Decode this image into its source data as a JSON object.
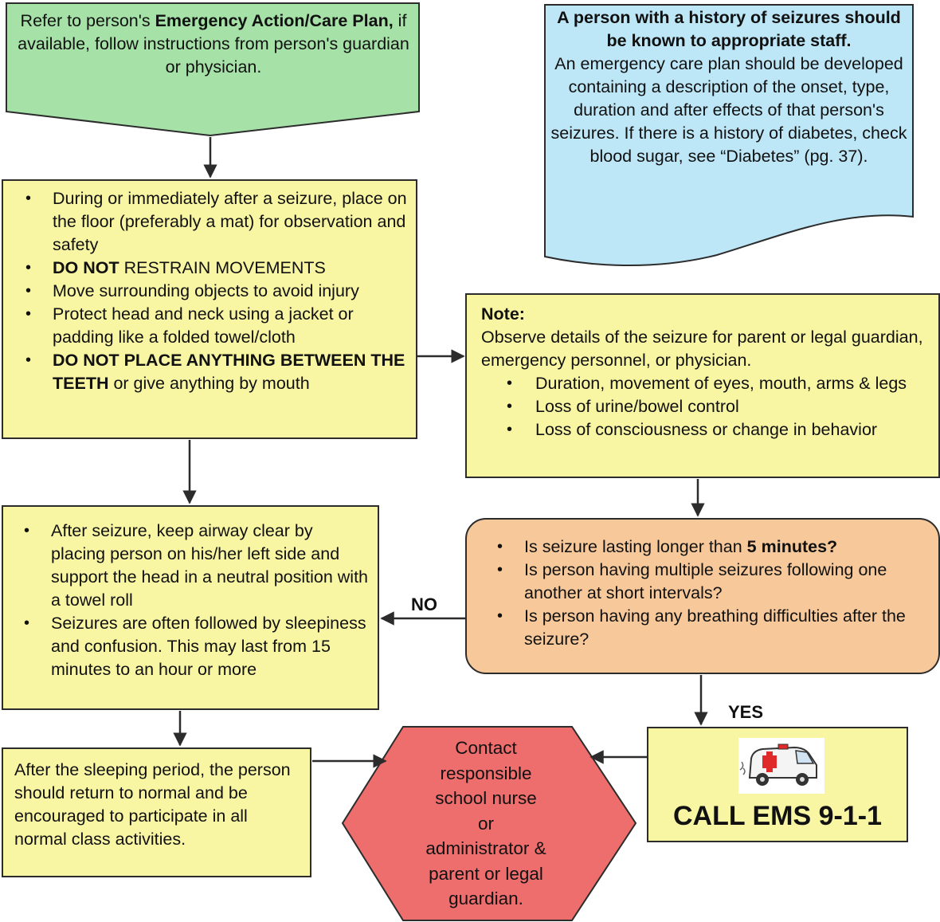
{
  "colors": {
    "green": "#a6e2a8",
    "blue": "#bde6f6",
    "yellow": "#f8f5a3",
    "orange": "#f6c89a",
    "red": "#ee6d6d",
    "line": "#2c2c2c"
  },
  "green_box": {
    "pre": "Refer to person's ",
    "bold": "Emergency Action/Care Plan,",
    "post": " if available, follow instructions from person's guardian or physician."
  },
  "blue_box": {
    "heading": "A person with a history of seizures should be known to appropriate staff.",
    "body": "An emergency care plan should be developed containing a description of the onset, type, duration and after effects of that person's seizures.  If there is a history of diabetes, check blood sugar, see “Diabetes” (pg. 37)."
  },
  "initial_box": {
    "item1": "During or immediately after a seizure, place on the floor (preferably a mat) for observation and safety",
    "item2_bold": "DO NOT",
    "item2_rest": " RESTRAIN MOVEMENTS",
    "item3": "Move surrounding objects to avoid injury",
    "item4": "Protect head and neck using a jacket or padding like a folded towel/cloth",
    "item5_bold": "DO NOT PLACE ANYTHING BETWEEN THE TEETH",
    "item5_rest": " or give anything by mouth"
  },
  "note_box": {
    "heading": "Note:",
    "intro": "Observe details of the seizure for parent or legal guardian, emergency personnel, or physician.",
    "items": [
      "Duration, movement of eyes, mouth, arms & legs",
      "Loss of urine/bowel control",
      "Loss of consciousness or change in behavior"
    ]
  },
  "questions_box": {
    "q1_pre": "Is seizure lasting longer than ",
    "q1_bold": "5 minutes?",
    "q2": "Is person having multiple seizures following one another at short intervals?",
    "q3": "Is person having any breathing difficulties after the seizure?"
  },
  "after_box": {
    "items": [
      "After seizure, keep airway clear by placing person on his/her left side and support the head in a neutral position with a towel roll",
      "Seizures are often followed by sleepiness and confusion. This may last from 15 minutes to an hour or more"
    ]
  },
  "normal_box": {
    "text": "After the sleeping period, the person should return to normal and be encouraged to participate in all normal class activities."
  },
  "contact_hex": {
    "lines": [
      "Contact",
      "responsible",
      "school nurse",
      "or",
      "administrator &",
      "parent or legal",
      "guardian."
    ]
  },
  "call_box": {
    "icon": "ambulance-icon",
    "label": "CALL EMS 9-1-1"
  },
  "labels": {
    "no": "NO",
    "yes": "YES"
  }
}
